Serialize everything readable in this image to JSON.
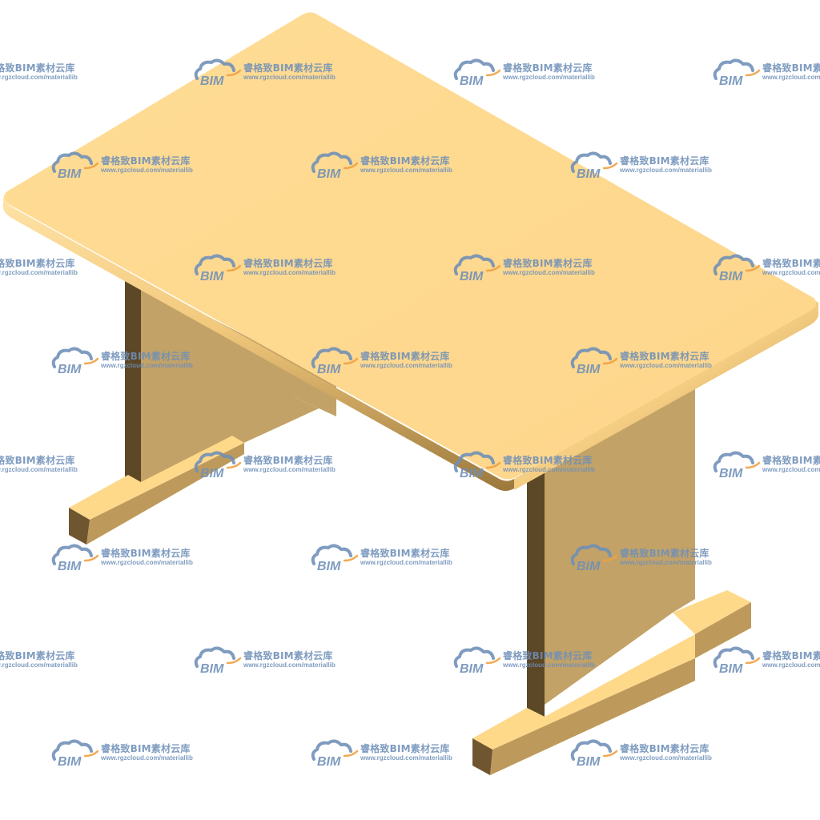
{
  "scene": {
    "subject": "table-3d-model",
    "colors": {
      "background": "#ffffff",
      "top_surface": "#fed88e",
      "top_edge_light": "#ffe3a5",
      "top_edge_shadow": "#b58e48",
      "panel_face": "#c3a267",
      "panel_side": "#5c4726",
      "foot_top": "#ffd98a",
      "foot_side": "#bd9a5b",
      "foot_end": "#6f5530",
      "watermark_blue": "#6e8fb8",
      "watermark_orange": "#f0a040"
    }
  },
  "watermark": {
    "logo_text": "BIM",
    "title": "睿格致BIM素材云库",
    "url": "www.rgzcloud.com/materiallib",
    "icon": "cloud-logo-icon"
  }
}
